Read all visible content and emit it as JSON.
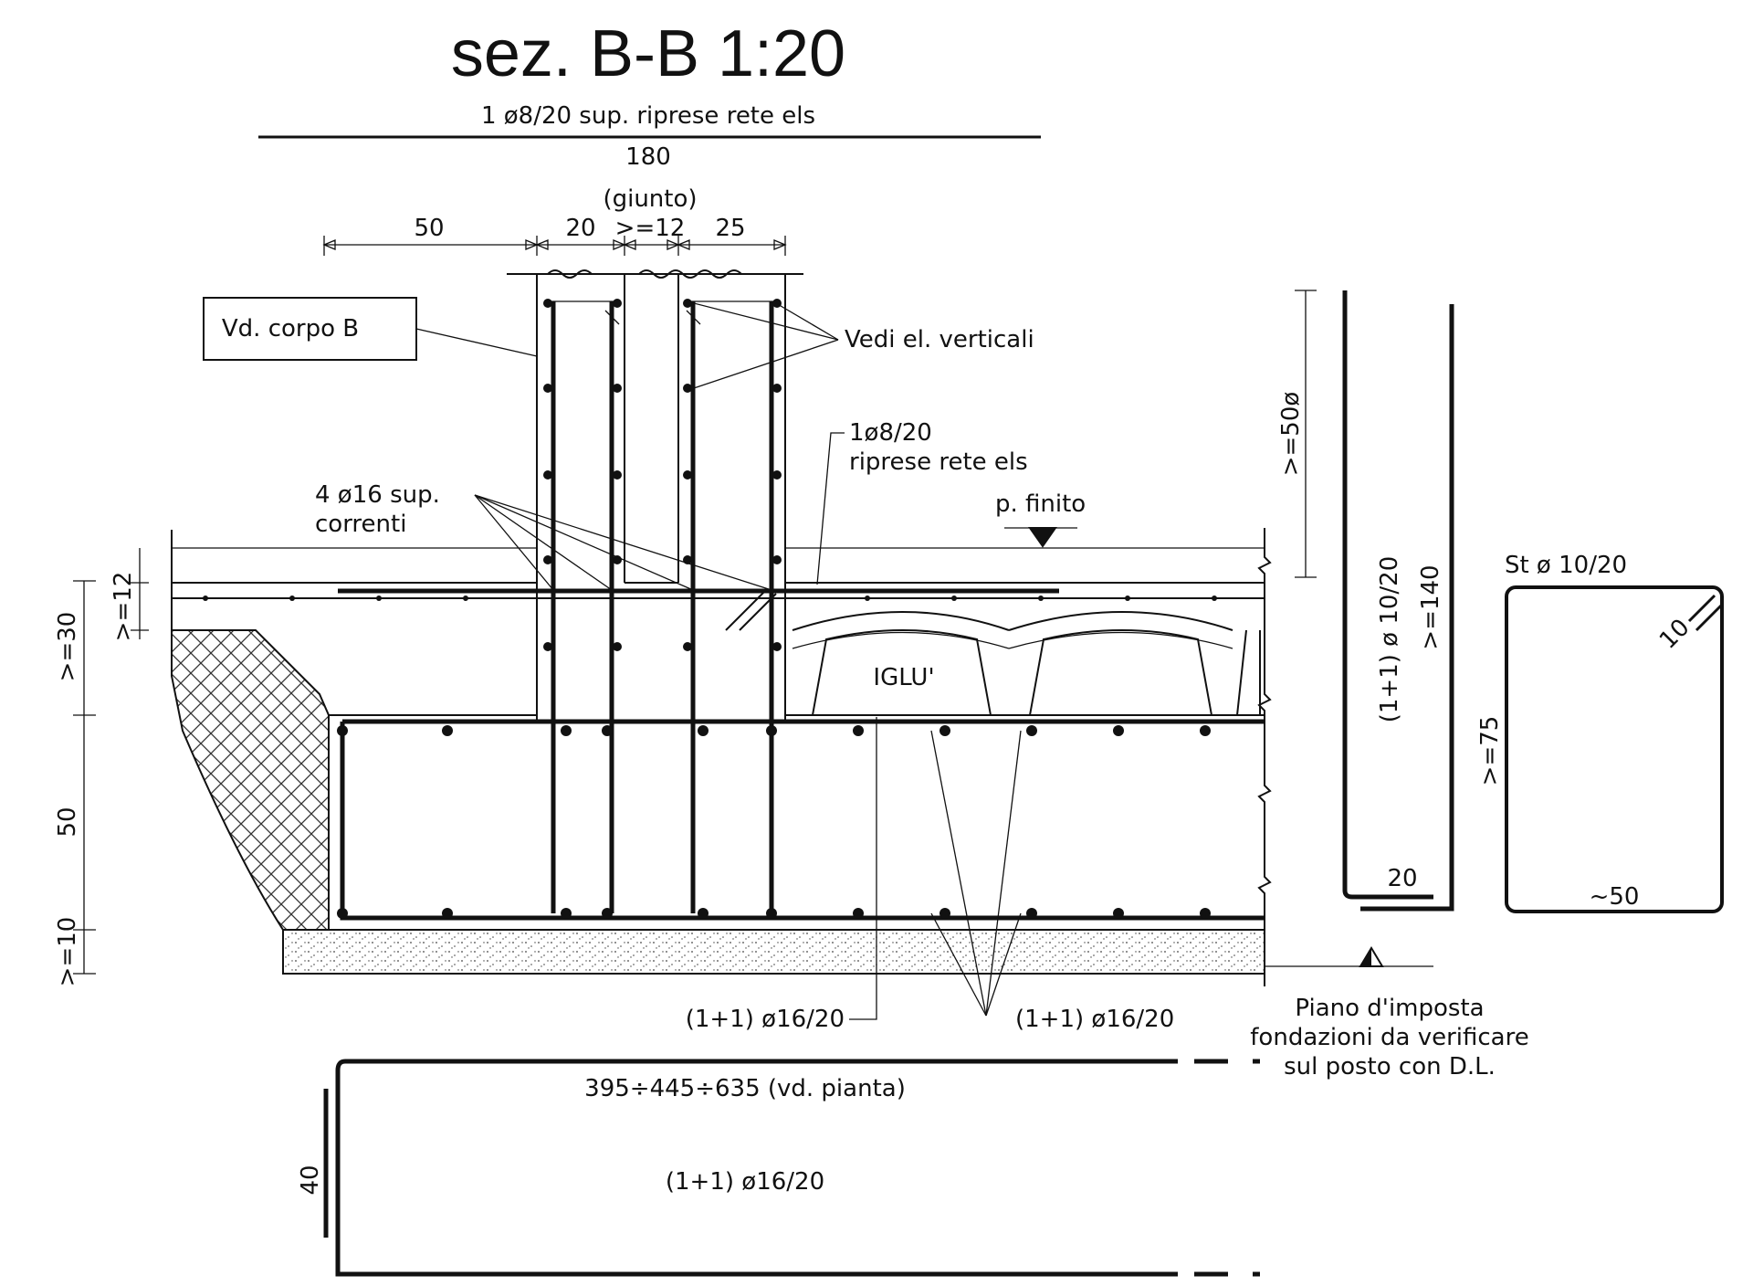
{
  "title": "sez. B-B  1:20",
  "top_note": "1 ø8/20 sup. riprese rete els",
  "dims": {
    "total": "180",
    "giunto": "(giunto)",
    "d50": "50",
    "d20": "20",
    "d12": ">=12",
    "d25": "25",
    "v30": ">=30",
    "v12": ">=12",
    "v50": "50",
    "v10": ">=10",
    "v50phi": ">=50ø",
    "h40": "40"
  },
  "labels": {
    "corpo": "Vd. corpo B",
    "vedi": "Vedi el. verticali",
    "rete_1": "1ø8/20",
    "rete_2": "riprese rete els",
    "finito": "p. finito",
    "correnti_1": "4 ø16 sup.",
    "correnti_2": "correnti",
    "iglu": "IGLU'",
    "bar_left": "(1+1) ø16/20",
    "bar_right": "(1+1) ø16/20",
    "imposta_1": "Piano d'imposta",
    "imposta_2": "fondazioni da verificare",
    "imposta_3": "sul posto con D.L.",
    "long_bar_len": "395÷445÷635 (vd. pianta)",
    "long_bar": "(1+1) ø16/20"
  },
  "hook_bar": {
    "label": "(1+1) ø 10/20",
    "len": ">=140",
    "foot": "20"
  },
  "stirrup": {
    "label": "St ø 10/20",
    "hook": "10",
    "height": ">=75",
    "width": "~50"
  }
}
